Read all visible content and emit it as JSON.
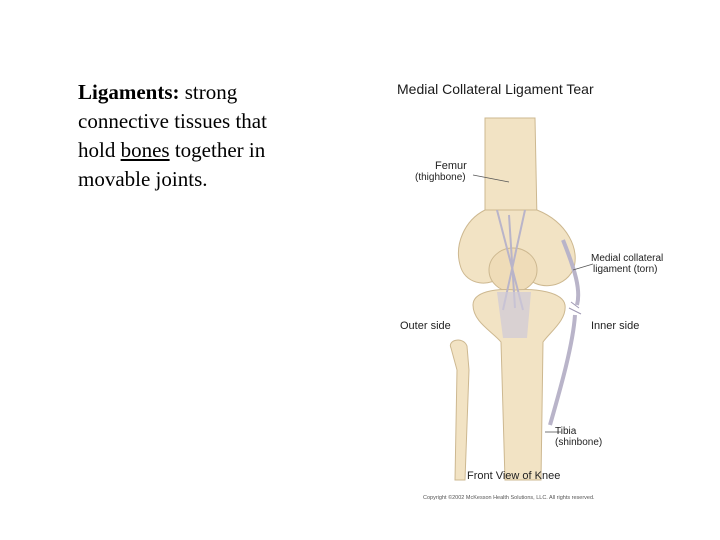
{
  "text": {
    "term": "Ligaments:",
    "definition_before": " strong connective tissues that hold ",
    "link_word": "bones",
    "definition_after": " together in movable joints."
  },
  "figure": {
    "title": "Medial Collateral Ligament Tear",
    "femur_label": "Femur",
    "femur_sub": "(thighbone)",
    "mcl_label": "Medial collateral",
    "mcl_sub": "ligament (torn)",
    "outer_label": "Outer side",
    "inner_label": "Inner side",
    "tibia_label": "Tibia",
    "tibia_sub": "(shinbone)",
    "caption": "Front View of Knee",
    "copyright": "Copyright ©2002 McKesson Health Solutions, LLC. All rights reserved.",
    "colors": {
      "bone": "#f2e3c4",
      "bone_shade": "#dcc59c",
      "ligament": "#b9b4c9"
    }
  }
}
